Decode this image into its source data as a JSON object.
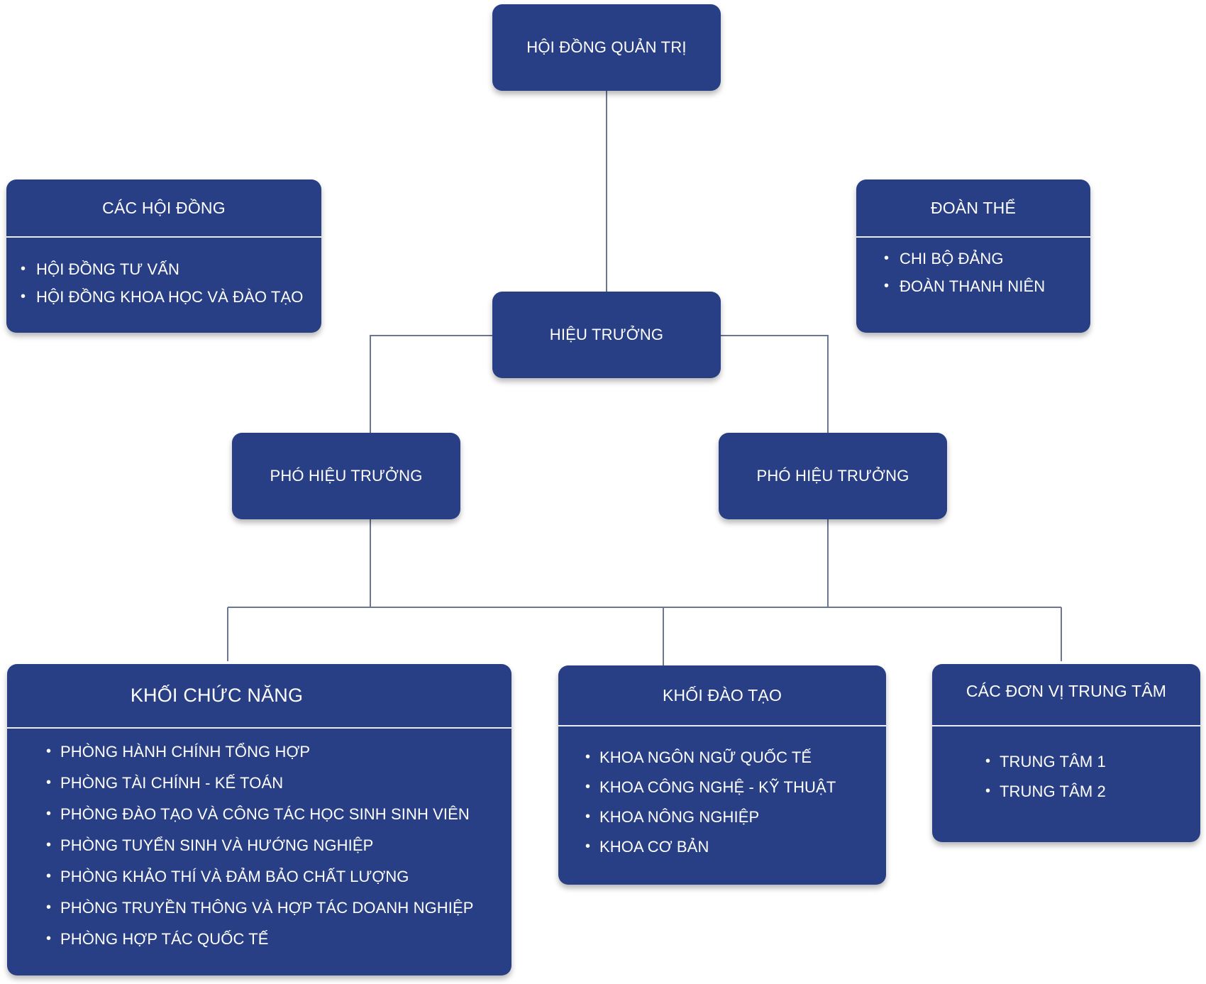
{
  "board": {
    "title": "HỘI ĐỒNG QUẢN TRỊ"
  },
  "principal": {
    "title": "HIỆU TRƯỞNG"
  },
  "vice_left": {
    "title": "PHÓ HIỆU TRƯỞNG"
  },
  "vice_right": {
    "title": "PHÓ HIỆU TRƯỞNG"
  },
  "councils": {
    "title": "CÁC HỘI ĐỒNG",
    "items": [
      "HỘI ĐỒNG TƯ VẤN",
      "HỘI ĐỒNG KHOA HỌC VÀ ĐÀO TẠO"
    ]
  },
  "unions": {
    "title": "ĐOÀN THỂ",
    "items": [
      "CHI BỘ ĐẢNG",
      "ĐOÀN THANH NIÊN"
    ]
  },
  "functional": {
    "title": "KHỐI CHỨC NĂNG",
    "items": [
      "PHÒNG HÀNH CHÍNH TỔNG HỢP",
      "PHÒNG TÀI CHÍNH - KẾ TOÁN",
      "PHÒNG ĐÀO TẠO VÀ CÔNG TÁC HỌC SINH SINH VIÊN",
      "PHÒNG TUYỂN SINH VÀ HƯỚNG NGHIỆP",
      "PHÒNG KHẢO THÍ VÀ ĐẢM BẢO CHẤT LƯỢNG",
      "PHÒNG TRUYỀN THÔNG VÀ HỢP TÁC DOANH NGHIỆP",
      "PHÒNG HỢP TÁC QUỐC TẾ"
    ]
  },
  "training": {
    "title": "KHỐI ĐÀO TẠO",
    "items": [
      "KHOA NGÔN NGỮ QUỐC TẾ",
      "KHOA CÔNG NGHỆ - KỸ THUẬT",
      "KHOA NÔNG NGHIỆP",
      "KHOA CƠ BẢN"
    ]
  },
  "centers": {
    "title": "CÁC ĐƠN VỊ TRUNG TÂM",
    "items": [
      "TRUNG TÂM 1",
      "TRUNG TÂM 2"
    ]
  },
  "colors": {
    "box_fill": "#283f85",
    "box_text": "#ffffff",
    "connector": "#6b7690",
    "background": "#ffffff"
  }
}
